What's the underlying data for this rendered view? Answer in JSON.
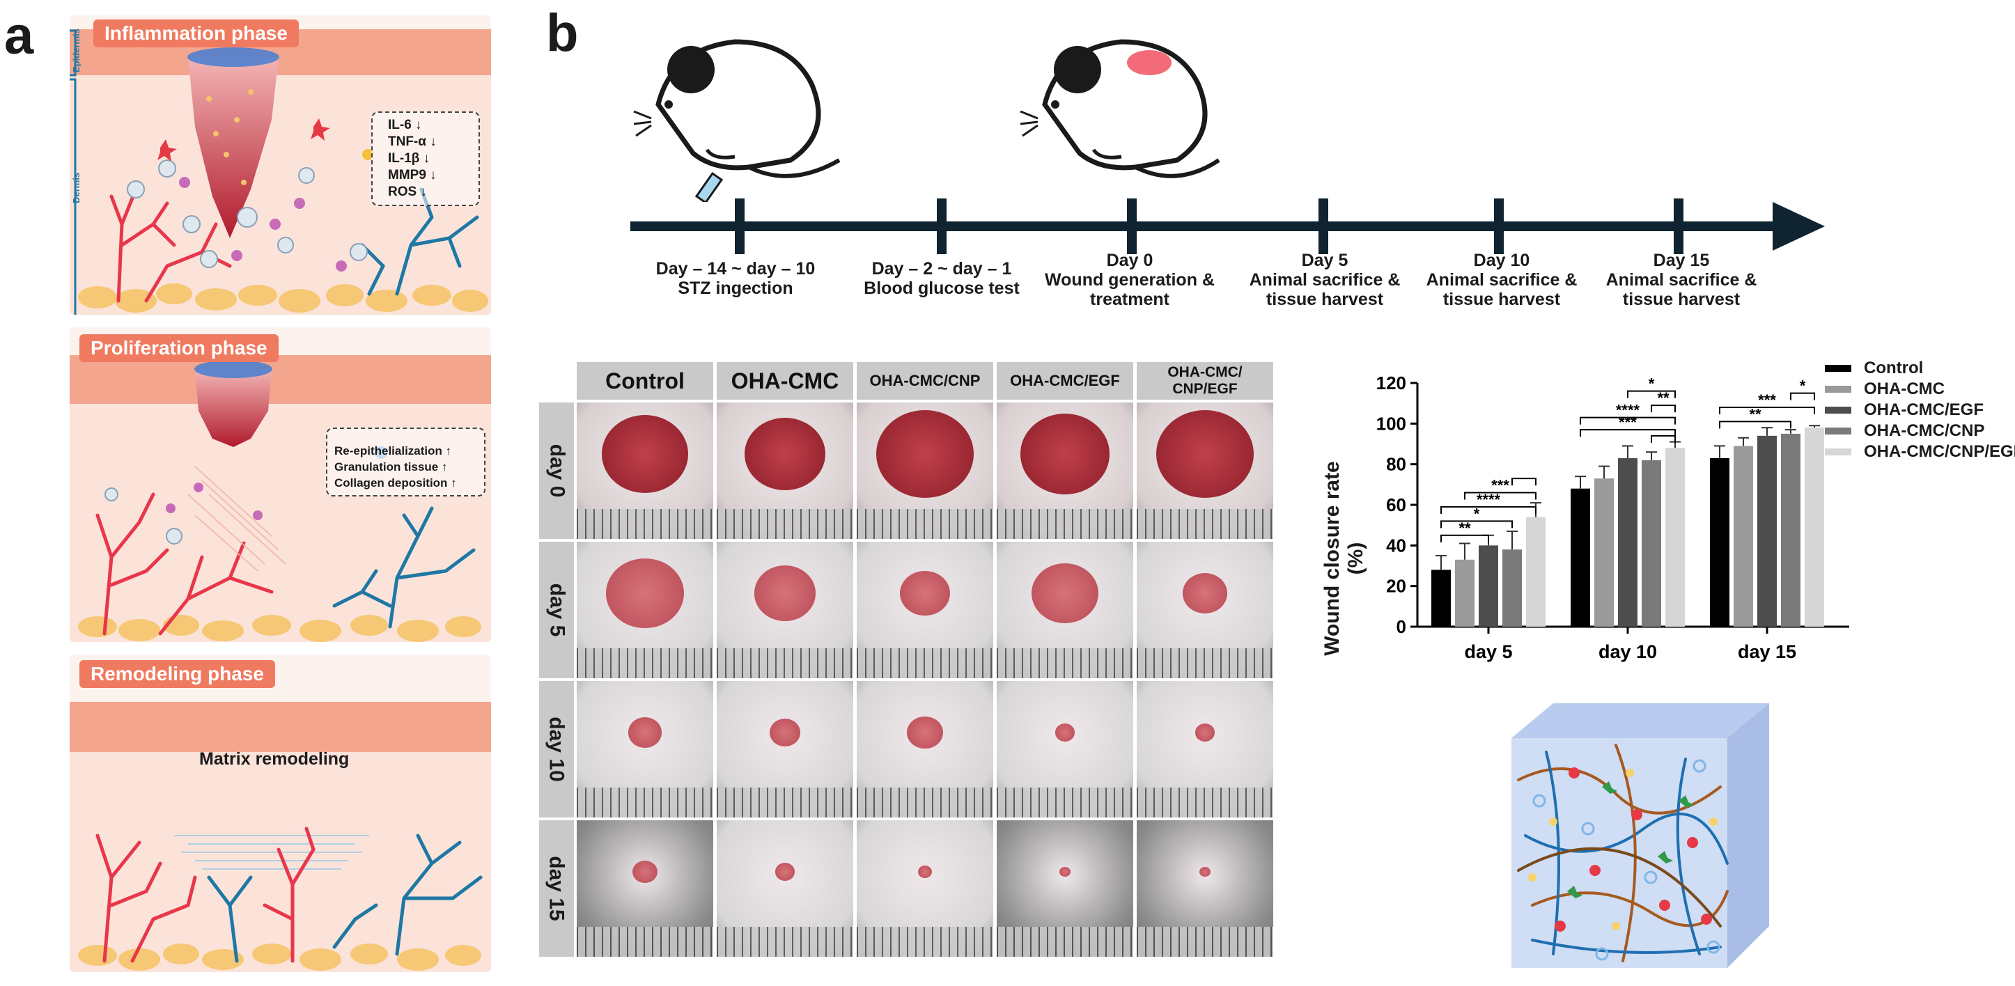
{
  "panel_a": {
    "letter": "a",
    "phases": [
      {
        "tag": "Inflammation phase",
        "layers": {
          "epidermis": "Epidermis",
          "dermis": "Dermis"
        },
        "markers": [
          "IL-6 ↓",
          "TNF-α ↓",
          "IL-1β ↓",
          "MMP9 ↓",
          "ROS ↓"
        ]
      },
      {
        "tag": "Proliferation phase",
        "markers": [
          "Re-epithelialization ↑",
          "Granulation tissue ↑",
          "Collagen deposition ↑"
        ]
      },
      {
        "tag": "Remodeling phase",
        "caption": "Matrix remodeling"
      }
    ]
  },
  "panel_b": {
    "letter": "b",
    "timeline": [
      {
        "label": "Day – 14 ~ day – 10\nSTZ ingection"
      },
      {
        "label": "Day – 2 ~ day – 1\nBlood glucose test"
      },
      {
        "label": "Day 0\nWound generation &\ntreatment"
      },
      {
        "label": "Day 5\nAnimal sacrifice &\ntissue harvest"
      },
      {
        "label": "Day 10\nAnimal sacrifice &\ntissue harvest"
      },
      {
        "label": "Day 15\nAnimal sacrifice &\ntissue harvest"
      }
    ],
    "photo_grid": {
      "columns": [
        "Control",
        "OHA-CMC",
        "OHA-CMC/CNP",
        "OHA-CMC/EGF",
        "OHA-CMC/\nCNP/EGF"
      ],
      "rows": [
        "day 0",
        "day 5",
        "day 10",
        "day 15"
      ]
    }
  },
  "chart_data": {
    "type": "bar",
    "ylabel": "Wound closure rate (%)",
    "xlabel": "",
    "ylim": [
      0,
      120
    ],
    "yticks": [
      "0",
      "20",
      "40",
      "60",
      "80",
      "100",
      "120"
    ],
    "categories": [
      "day 5",
      "day 10",
      "day 15"
    ],
    "legend_position": "top-right",
    "series": [
      {
        "name": "Control",
        "color": "#000000",
        "values": [
          28,
          68,
          83
        ],
        "errors": [
          7,
          6,
          6
        ]
      },
      {
        "name": "OHA-CMC",
        "color": "#9a9a9a",
        "values": [
          33,
          73,
          89
        ],
        "errors": [
          8,
          6,
          4
        ]
      },
      {
        "name": "OHA-CMC/EGF",
        "color": "#4d4d4d",
        "values": [
          40,
          83,
          94
        ],
        "errors": [
          5,
          6,
          4
        ]
      },
      {
        "name": "OHA-CMC/CNP",
        "color": "#7a7a7a",
        "values": [
          38,
          82,
          95
        ],
        "errors": [
          9,
          4,
          2
        ]
      },
      {
        "name": "OHA-CMC/CNP/EGF",
        "color": "#d6d6d6",
        "values": [
          54,
          88,
          98
        ],
        "errors": [
          7,
          3,
          1
        ]
      }
    ],
    "significance": [
      {
        "label": "**"
      },
      {
        "label": "*"
      },
      {
        "label": "****"
      },
      {
        "label": "***"
      },
      {
        "label": "***"
      },
      {
        "label": "****"
      },
      {
        "label": "**"
      },
      {
        "label": "*"
      },
      {
        "label": "**"
      },
      {
        "label": "***"
      },
      {
        "label": "*"
      }
    ]
  },
  "colors": {
    "accent": "#f07a60",
    "epidermis": "#f4a58e",
    "dermis": "#fbe3da",
    "vessel_red": "#e8364a",
    "vessel_blue": "#1f78a4",
    "timeline": "#0f2430",
    "header_gray": "#c9c9c9"
  }
}
